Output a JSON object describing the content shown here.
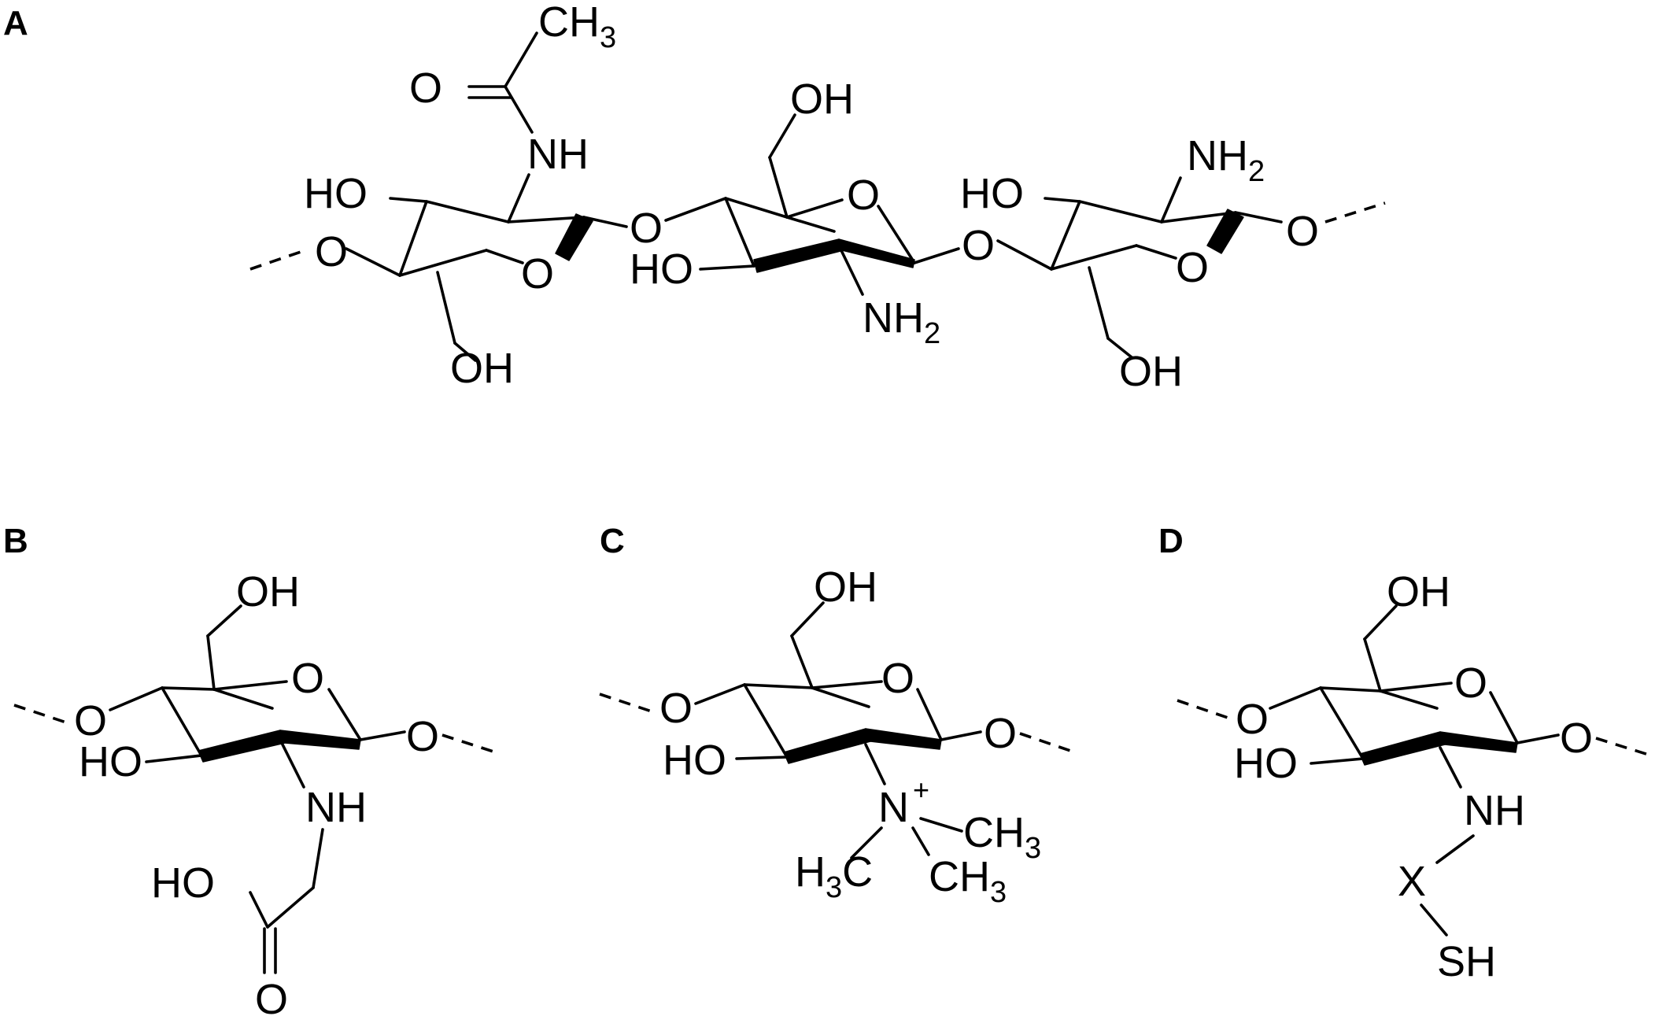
{
  "panels": [
    {
      "id": "A",
      "label": "A"
    },
    {
      "id": "B",
      "label": "B"
    },
    {
      "id": "C",
      "label": "C"
    },
    {
      "id": "D",
      "label": "D"
    }
  ],
  "atoms": {
    "O": "O",
    "OH": "OH",
    "HO": "HO",
    "NH": "NH",
    "NH2": {
      "main": "NH",
      "sub": "2"
    },
    "CH3": {
      "main": "CH",
      "sub": "3"
    },
    "H3C": {
      "h": "H",
      "sub": "3",
      "c": "C"
    },
    "N": "N",
    "plus": "+",
    "X": "X",
    "SH": "SH"
  }
}
